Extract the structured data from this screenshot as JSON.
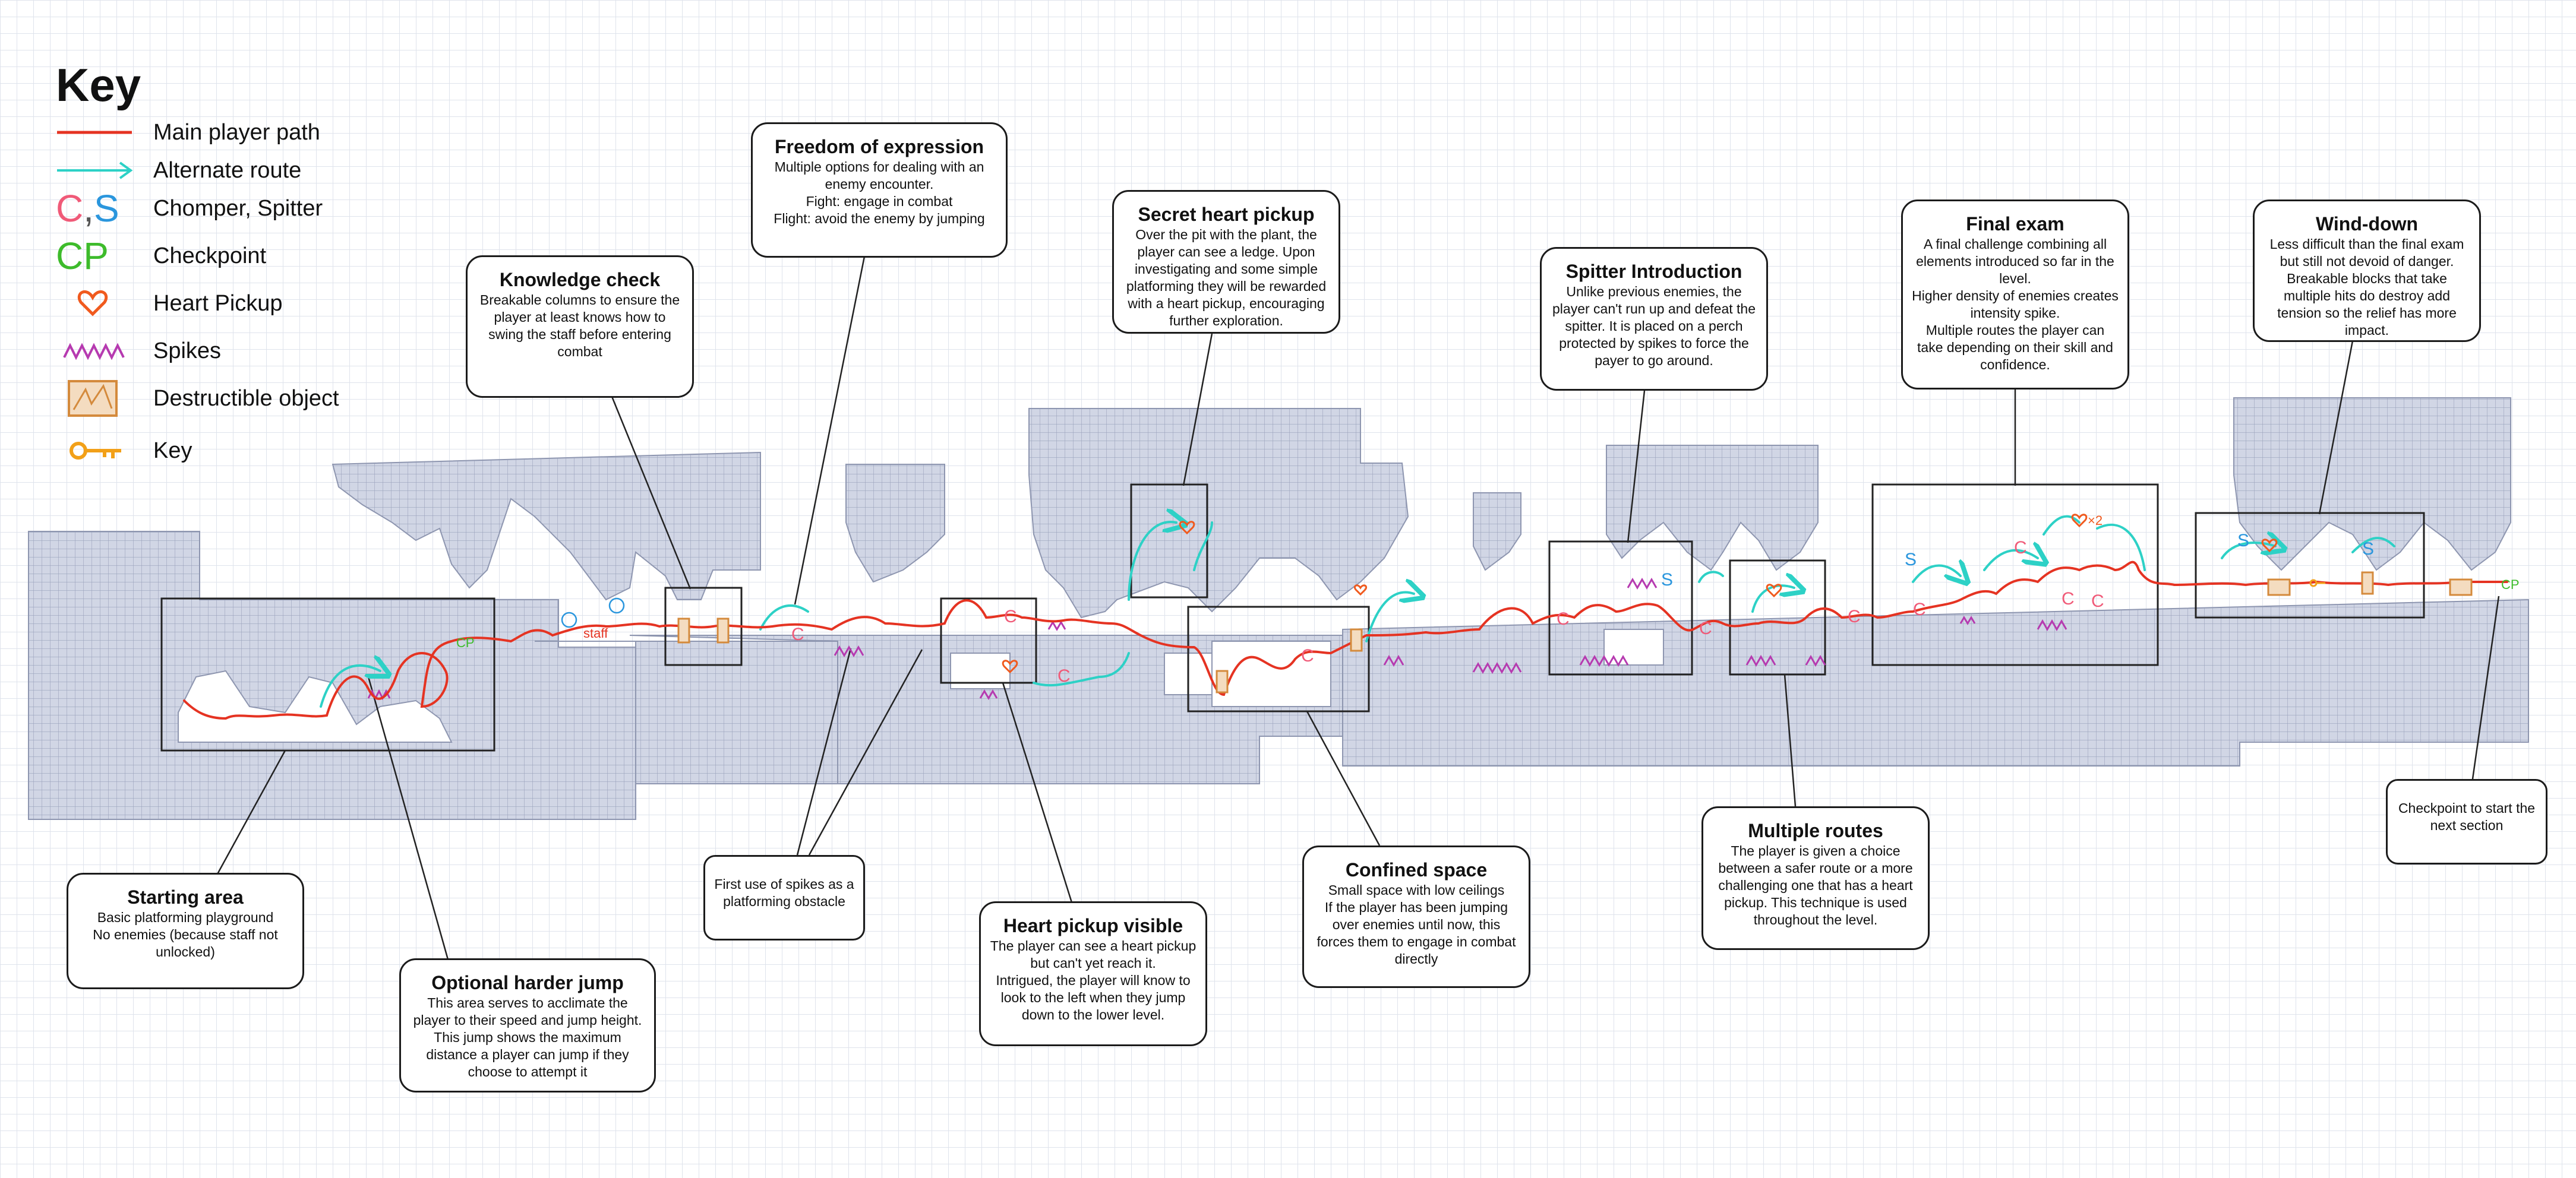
{
  "key": {
    "title": "Key",
    "items": [
      {
        "label": "Main player path",
        "icon": "red-line",
        "color": "#e53322"
      },
      {
        "label": "Alternate route",
        "icon": "teal-arrow",
        "color": "#2dd1c6"
      },
      {
        "label": "Chomper, Spitter",
        "icon": "enemy-letters",
        "glyph": "C,S",
        "color_c": "#f05a78",
        "color_s": "#2a96dd"
      },
      {
        "label": "Checkpoint",
        "icon": "checkpoint-letters",
        "glyph": "CP",
        "color": "#3dbb2b"
      },
      {
        "label": "Heart Pickup",
        "icon": "heart-icon",
        "color": "#f05a1e"
      },
      {
        "label": "Spikes",
        "icon": "spikes-icon",
        "color": "#b63ab0"
      },
      {
        "label": "Destructible object",
        "icon": "crate-icon",
        "color": "#d48a3c"
      },
      {
        "label": "Key",
        "icon": "key-icon",
        "color": "#f2a018"
      }
    ]
  },
  "level_labels": {
    "checkpoint_short": "CP",
    "staff": "staff",
    "heart_x2": "×2"
  },
  "annotations": {
    "starting_area": {
      "title": "Starting area",
      "body": "Basic platforming playground\nNo enemies (because staff not unlocked)"
    },
    "optional_jump": {
      "title": "Optional harder jump",
      "body": "This area serves to acclimate the player to their speed and jump height. This jump shows the maximum distance a player can jump if they choose to attempt it"
    },
    "knowledge_check": {
      "title": "Knowledge check",
      "body": "Breakable columns to ensure the player at least knows how to swing the staff before entering combat"
    },
    "freedom": {
      "title": "Freedom of expression",
      "body": "Multiple options for dealing with an enemy encounter.\nFight: engage in combat\nFlight: avoid the enemy by jumping"
    },
    "spikes_first": {
      "title": "",
      "body": "First use of spikes as a platforming obstacle"
    },
    "heart_visible": {
      "title": "Heart pickup visible",
      "body": "The player can see a heart pickup but can't yet reach it.\nIntrigued, the player will know to look to the left when they jump down to the lower level."
    },
    "secret_heart": {
      "title": "Secret heart pickup",
      "body": "Over the pit with the plant, the player can see a ledge. Upon investigating and some simple platforming they will be rewarded with a heart pickup, encouraging further exploration."
    },
    "confined": {
      "title": "Confined space",
      "body": "Small space with low ceilings\nIf the player has been jumping over enemies until now, this forces them to engage in combat directly"
    },
    "spitter_intro": {
      "title": "Spitter Introduction",
      "body": "Unlike previous enemies, the player can't run up and defeat the spitter. It is placed on a perch protected by spikes to force the payer to go around."
    },
    "multiple_routes": {
      "title": "Multiple routes",
      "body": "The player is given a choice between a safer route or a more challenging one that has a heart pickup. This technique is used throughout the level."
    },
    "final_exam": {
      "title": "Final exam",
      "body": "A final challenge combining all elements introduced so far in the level.\nHigher density of enemies creates intensity spike.\nMultiple routes the player can take depending on their skill and confidence."
    },
    "wind_down": {
      "title": "Wind-down",
      "body": "Less difficult than the final exam but still not devoid of danger. Breakable blocks that take multiple hits do destroy add tension so the relief has more impact."
    },
    "checkpoint_next": {
      "title": "",
      "body": "Checkpoint to start the next section"
    }
  },
  "colors": {
    "terrain_fill": "#d1d6e5",
    "terrain_stroke": "#8e96b0",
    "main_path": "#e53322",
    "alt_path": "#2dd1c6",
    "chomper": "#f05a78",
    "spitter": "#2a96dd",
    "checkpoint": "#3dbb2b",
    "heart": "#f05a1e",
    "spikes": "#b63ab0",
    "crate": "#d48a3c",
    "key": "#f2a018"
  }
}
